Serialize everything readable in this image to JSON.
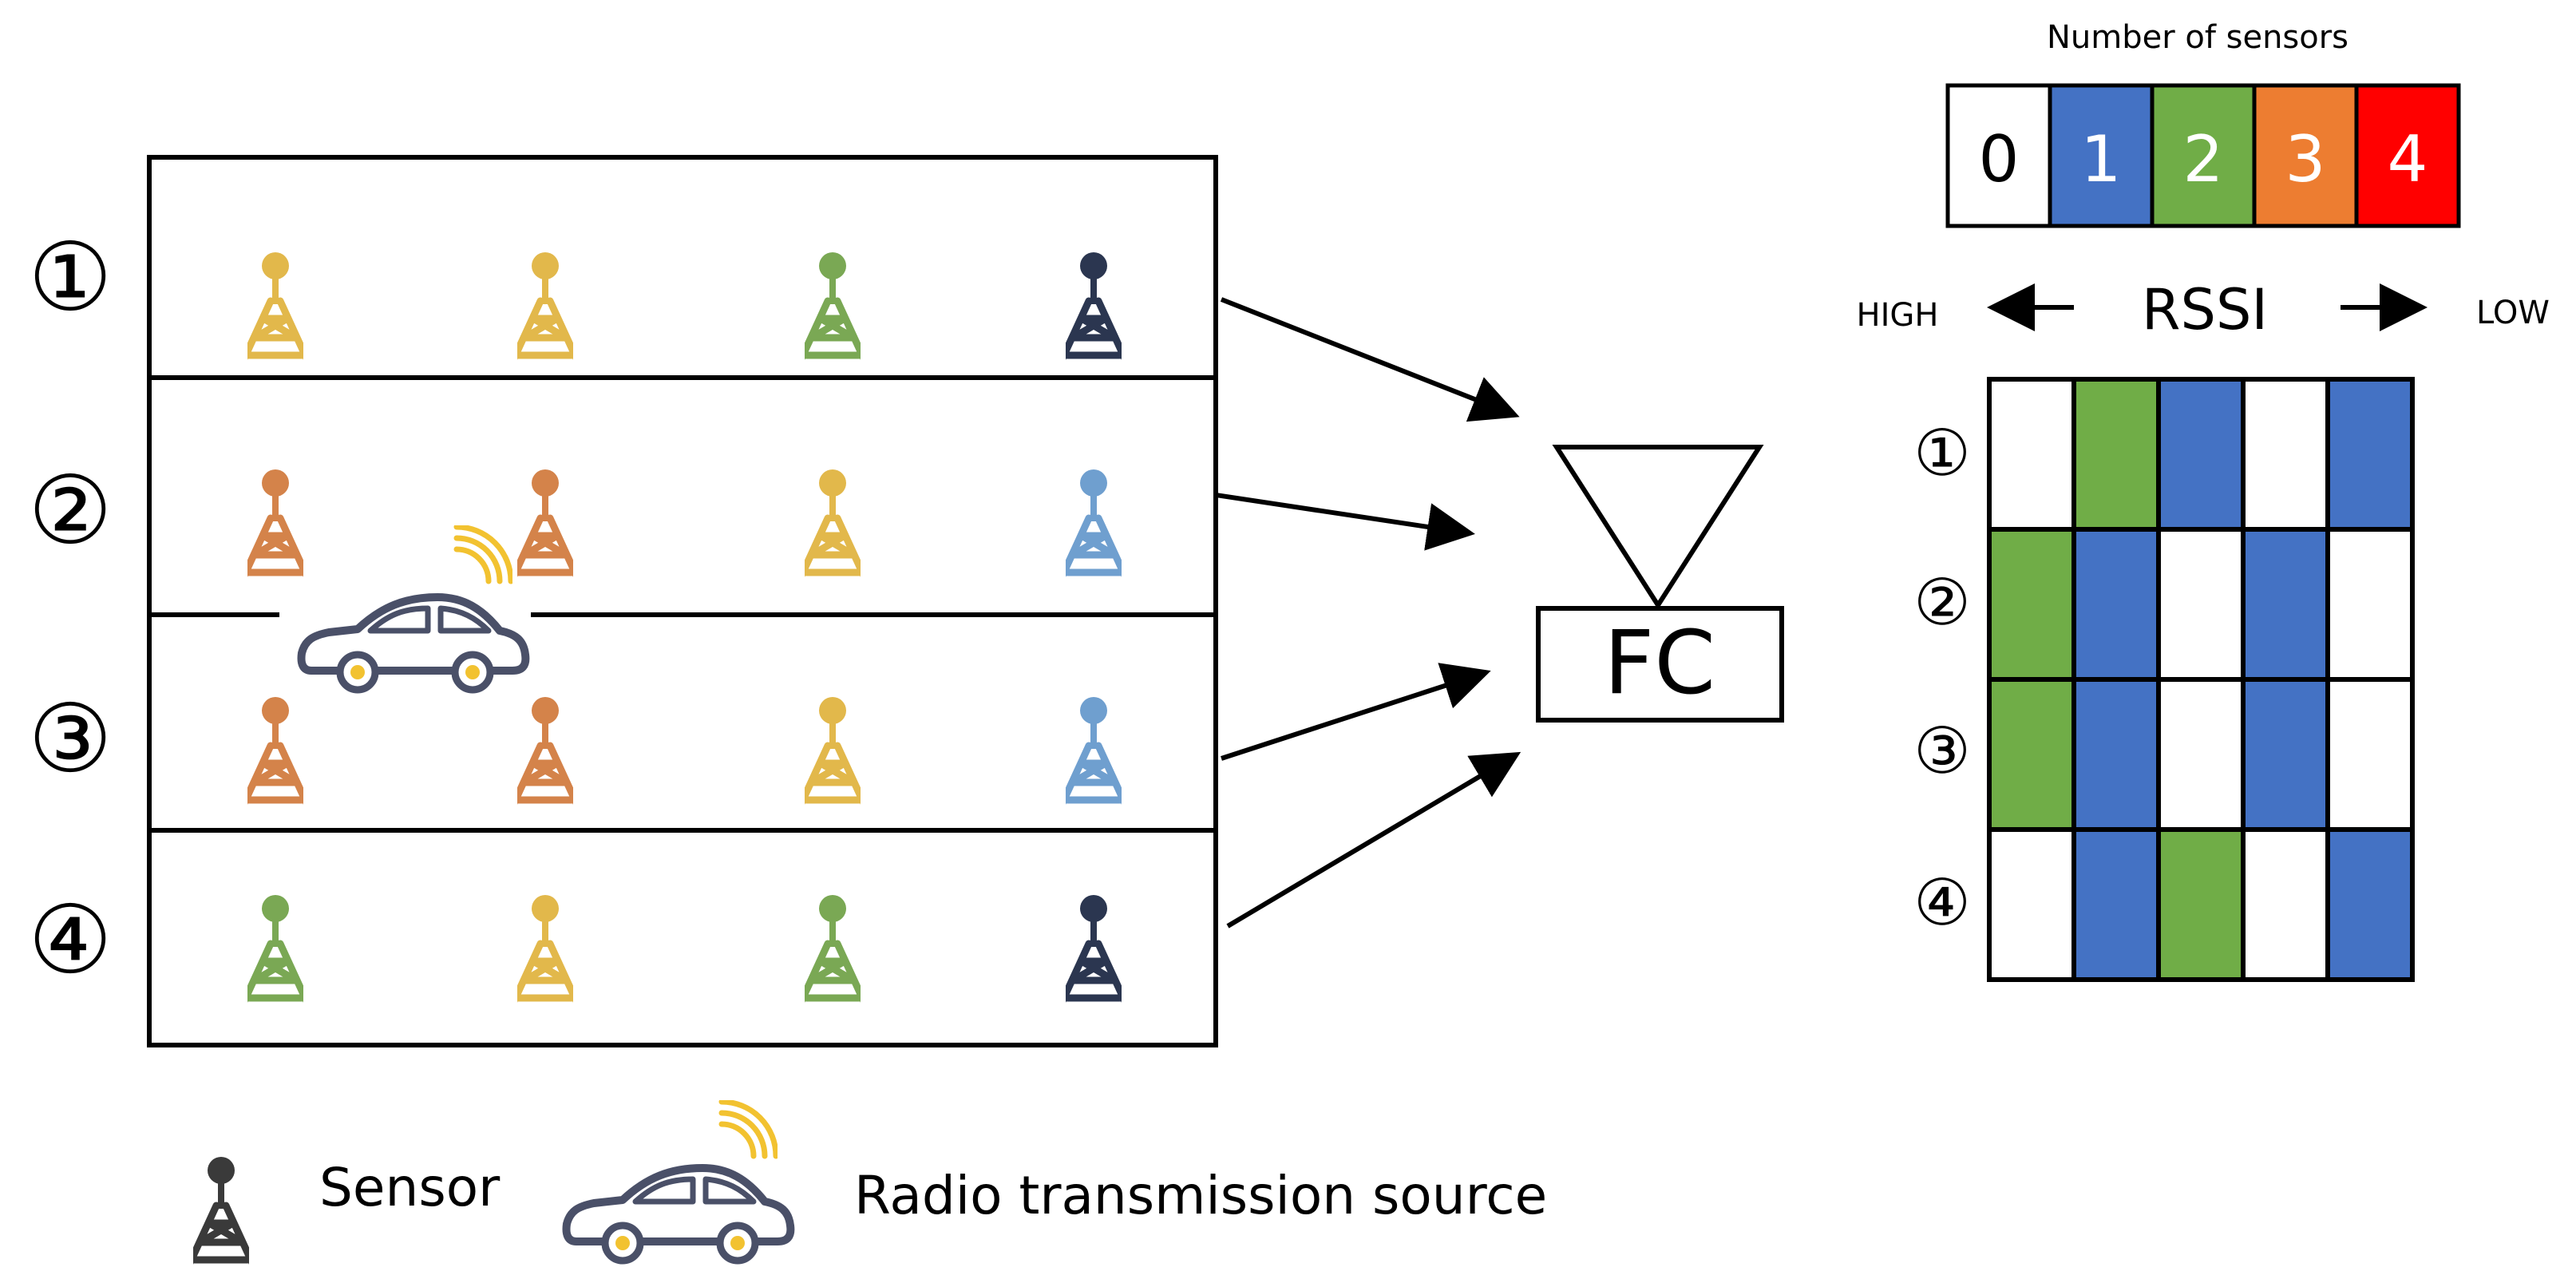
{
  "colors": {
    "zero": "#ffffff",
    "one": "#4472c4",
    "two": "#70ad47",
    "three": "#ed7d31",
    "four": "#ff0000",
    "sensor_yellow": "#e2b84b",
    "sensor_green": "#7aa854",
    "sensor_orange": "#d4834a",
    "sensor_blue": "#6f9fcf",
    "sensor_navy": "#2b3650",
    "car_body": "#4a5068",
    "car_wheel": "#f2c230",
    "signal": "#f2c230",
    "line": "#000000"
  },
  "row_markers": [
    "①",
    "②",
    "③",
    "④"
  ],
  "sensor_grid": [
    [
      "yellow",
      "yellow",
      "green",
      "navy"
    ],
    [
      "orange",
      "orange",
      "yellow",
      "blue"
    ],
    [
      "orange",
      "orange",
      "yellow",
      "blue"
    ],
    [
      "green",
      "yellow",
      "green",
      "navy"
    ]
  ],
  "fc_label": "FC",
  "legend_scale": {
    "title": "Number of sensors",
    "values": [
      "0",
      "1",
      "2",
      "3",
      "4"
    ]
  },
  "rssi": {
    "label": "RSSI",
    "high_label": "HIGH",
    "low_label": "LOW",
    "row_markers": [
      "①",
      "②",
      "③",
      "④"
    ],
    "matrix": [
      [
        0,
        2,
        1,
        0,
        1
      ],
      [
        2,
        1,
        0,
        1,
        0
      ],
      [
        2,
        1,
        0,
        1,
        0
      ],
      [
        0,
        1,
        2,
        0,
        1
      ]
    ]
  },
  "legend": {
    "sensor_label": "Sensor",
    "source_label": "Radio transmission source",
    "sensor_icon": "sensor-tower-icon",
    "source_icon": "car-signal-icon"
  }
}
